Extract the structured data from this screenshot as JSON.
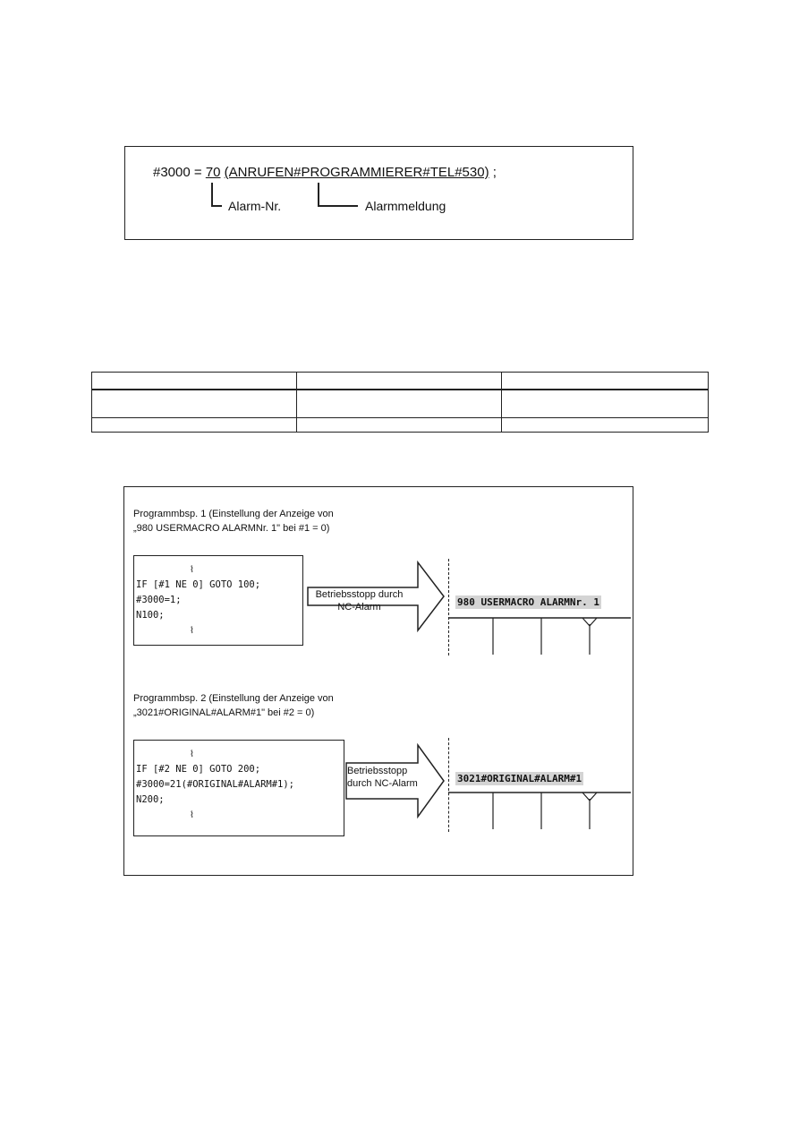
{
  "syntax": {
    "prefix": "#3000 = ",
    "alarm_number": "70",
    "space": " ",
    "message": "(ANRUFEN#PROGRAMMIERER#TEL#530)",
    "suffix": " ;",
    "label_alarm_number": "Alarm-Nr.",
    "label_message": "Alarmmeldung"
  },
  "table": {
    "rows": [
      [
        "",
        "",
        ""
      ],
      [
        "",
        "",
        ""
      ],
      [
        "",
        "",
        ""
      ]
    ]
  },
  "examples": [
    {
      "caption": "Programmbsp. 1 (Einstellung der Anzeige von „980 USERMACRO ALARMNr. 1\" bei #1 = 0)",
      "code": [
        "⌇",
        "IF [#1 NE 0] GOTO 100;",
        "#3000=1;",
        "N100;",
        "⌇"
      ],
      "arrow_label": "Betriebsstopp durch NC-Alarm",
      "screen": "980 USERMACRO ALARMNr. 1"
    },
    {
      "caption": "Programmbsp. 2 (Einstellung der Anzeige von „3021#ORIGINAL#ALARM#1\" bei #2 = 0)",
      "code": [
        "⌇",
        "IF [#2 NE 0] GOTO 200;",
        "#3000=21(#ORIGINAL#ALARM#1);",
        "N200;",
        "⌇"
      ],
      "arrow_label": "Betriebsstopp durch NC-Alarm",
      "screen": "3021#ORIGINAL#ALARM#1"
    }
  ]
}
